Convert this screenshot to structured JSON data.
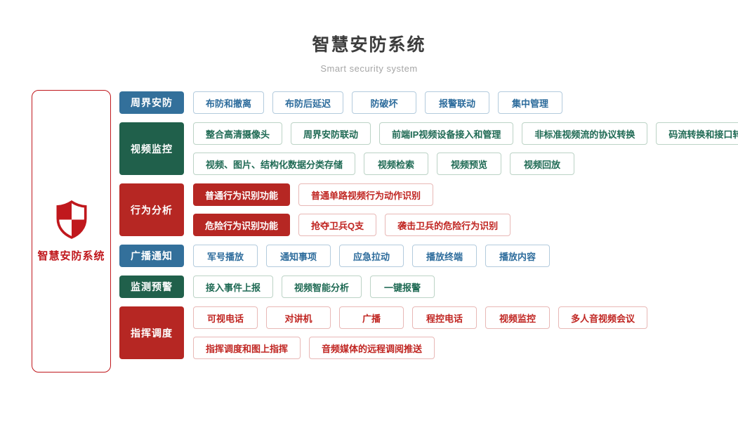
{
  "header": {
    "title": "智慧安防系统",
    "subtitle": "Smart security system"
  },
  "root": {
    "label": "智慧安防系统",
    "icon": "shield-icon",
    "color": "#c0181d"
  },
  "palette": {
    "blue": {
      "bg": "#33709b",
      "text": "#2d6c9c",
      "border": "#b3cbdd"
    },
    "green": {
      "bg": "#20604b",
      "text": "#1f6a54",
      "border": "#bcd3c6"
    },
    "red": {
      "bg": "#b62723",
      "text": "#c02622",
      "border": "#e8b8b6"
    }
  },
  "rows": [
    {
      "category": "周界安防",
      "color": "blue",
      "lines": [
        [
          {
            "label": "布防和撤离",
            "variant": "outline"
          },
          {
            "label": "布防后延迟",
            "variant": "outline"
          },
          {
            "label": "防破坏",
            "variant": "outline"
          },
          {
            "label": "报警联动",
            "variant": "outline"
          },
          {
            "label": "集中管理",
            "variant": "outline"
          }
        ]
      ]
    },
    {
      "category": "视频监控",
      "color": "green",
      "lines": [
        [
          {
            "label": "整合高清摄像头",
            "variant": "outline"
          },
          {
            "label": "周界安防联动",
            "variant": "outline"
          },
          {
            "label": "前端IP视频设备接入和管理",
            "variant": "outline"
          },
          {
            "label": "非标准视频流的协议转换",
            "variant": "outline"
          },
          {
            "label": "码流转换和接口转换",
            "variant": "outline"
          }
        ],
        [
          {
            "label": "视频、图片、结构化数据分类存储",
            "variant": "outline"
          },
          {
            "label": "视频检索",
            "variant": "outline"
          },
          {
            "label": "视频预览",
            "variant": "outline"
          },
          {
            "label": "视频回放",
            "variant": "outline"
          }
        ]
      ]
    },
    {
      "category": "行为分析",
      "color": "red",
      "lines": [
        [
          {
            "label": "普通行为识别功能",
            "variant": "filled"
          },
          {
            "label": "普通单路视频行为动作识别",
            "variant": "outline"
          }
        ],
        [
          {
            "label": "危险行为识别功能",
            "variant": "filled"
          },
          {
            "label": "抢夺卫兵Q支",
            "variant": "outline"
          },
          {
            "label": "袭击卫兵的危险行为识别",
            "variant": "outline"
          }
        ]
      ]
    },
    {
      "category": "广播通知",
      "color": "blue",
      "lines": [
        [
          {
            "label": "军号播放",
            "variant": "outline"
          },
          {
            "label": "通知事项",
            "variant": "outline"
          },
          {
            "label": "应急拉动",
            "variant": "outline"
          },
          {
            "label": "播放终端",
            "variant": "outline"
          },
          {
            "label": "播放内容",
            "variant": "outline"
          }
        ]
      ]
    },
    {
      "category": "监测预警",
      "color": "green",
      "lines": [
        [
          {
            "label": "接入事件上报",
            "variant": "outline"
          },
          {
            "label": "视频智能分析",
            "variant": "outline"
          },
          {
            "label": "一键报警",
            "variant": "outline"
          }
        ]
      ]
    },
    {
      "category": "指挥调度",
      "color": "red",
      "lines": [
        [
          {
            "label": "可视电话",
            "variant": "outline"
          },
          {
            "label": "对讲机",
            "variant": "outline"
          },
          {
            "label": "广播",
            "variant": "outline"
          },
          {
            "label": "程控电话",
            "variant": "outline"
          },
          {
            "label": "视频监控",
            "variant": "outline"
          },
          {
            "label": "多人音视频会议",
            "variant": "outline"
          }
        ],
        [
          {
            "label": "指挥调度和图上指挥",
            "variant": "outline"
          },
          {
            "label": "音频媒体的远程调阅推送",
            "variant": "outline"
          }
        ]
      ]
    }
  ]
}
